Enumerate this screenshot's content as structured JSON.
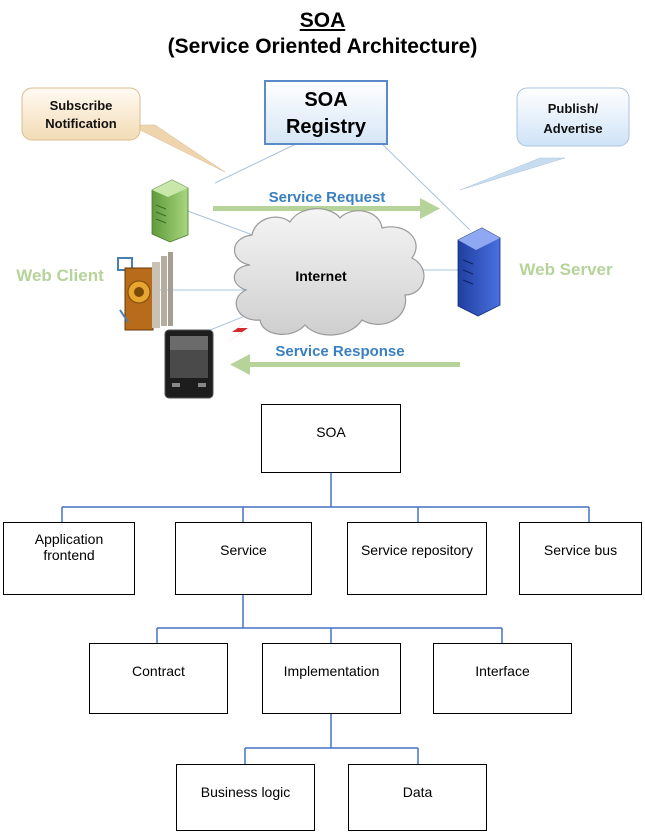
{
  "title": {
    "main": "SOA",
    "sub": "(Service Oriented Architecture)"
  },
  "architecture": {
    "registry_line1": "SOA",
    "registry_line2": "Registry",
    "subscribe_line1": "Subscribe",
    "subscribe_line2": "Notification",
    "publish_line1": "Publish/",
    "publish_line2": "Advertise",
    "service_request": "Service Request",
    "service_response": "Service Response",
    "internet": "Internet",
    "web_client": "Web Client",
    "web_server": "Web Server"
  },
  "tree": {
    "root": "SOA",
    "level1": [
      {
        "line1": "Application",
        "line2": "frontend"
      },
      {
        "line1": "Service"
      },
      {
        "line1": "Service repository"
      },
      {
        "line1": "Service bus"
      }
    ],
    "level2": [
      "Contract",
      "Implementation",
      "Interface"
    ],
    "level3": [
      "Business logic",
      "Data"
    ]
  },
  "colors": {
    "connector": "#4472c4",
    "arrow": "#b6d39a",
    "label_blue": "#3a80c0",
    "label_green": "#b6d39a"
  }
}
